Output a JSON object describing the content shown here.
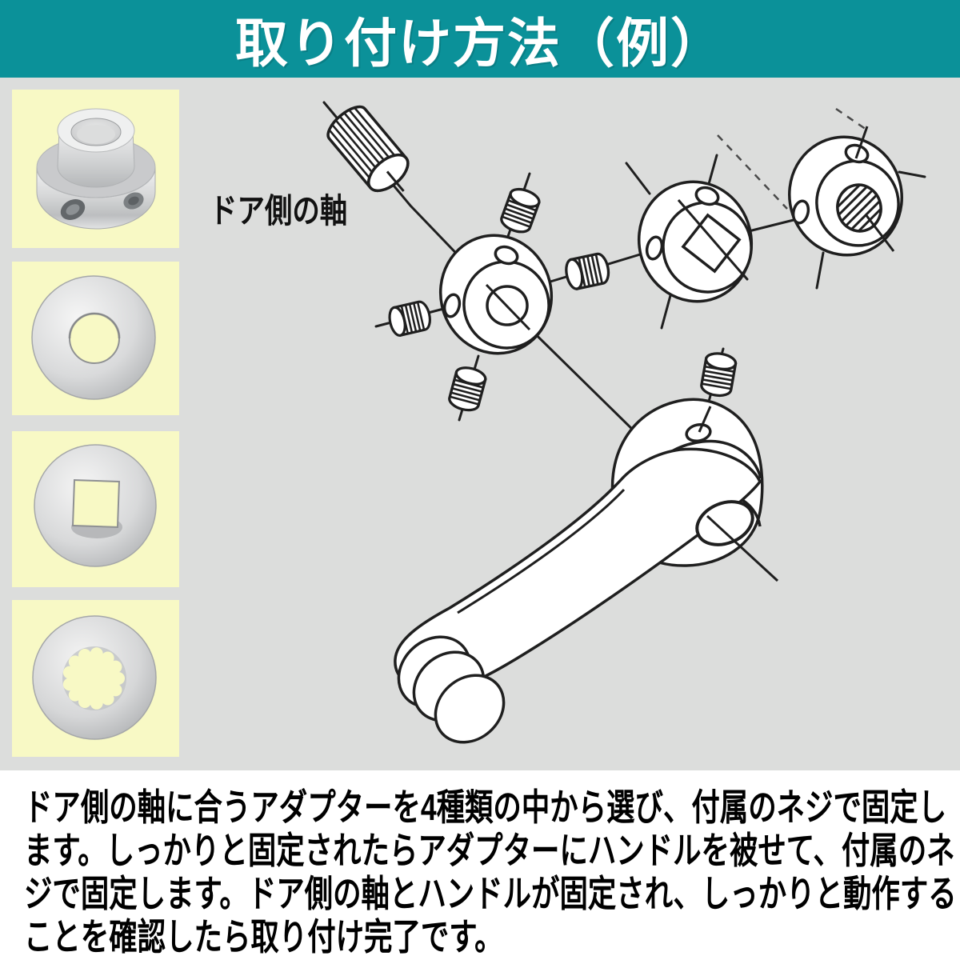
{
  "header": {
    "title": "取り付け方法（例）"
  },
  "diagram": {
    "shaft_label": "ドア側の軸",
    "parts": [
      "door-shaft-knurled",
      "adapter-ring-round-hole",
      "adapter-ring-square-hole",
      "adapter-ring-splined-hole",
      "set-screws",
      "window-crank-handle"
    ]
  },
  "photos": [
    {
      "id": "adapter-round-hole-boss-photo"
    },
    {
      "id": "washer-round-hole-photo"
    },
    {
      "id": "washer-square-hole-photo"
    },
    {
      "id": "washer-splined-hole-photo"
    }
  ],
  "description": {
    "lines": [
      "ドア側の軸に合うアダプターを4種類の中から選び、付属のネジで固定し",
      "ます。しっかりと固定されたらアダプターにハンドルを被せて、付属のネ",
      "ジで固定します。ドア側の軸とハンドルが固定され、しっかりと動作する",
      "ことを確認したら取り付け完了です。"
    ]
  },
  "colors": {
    "banner_teal": "#0b9199",
    "stage_gray": "#dcdddc",
    "tile_yellow": "#f8f9c5",
    "line_art": "#1f1f1f",
    "paper_white": "#ffffff"
  }
}
